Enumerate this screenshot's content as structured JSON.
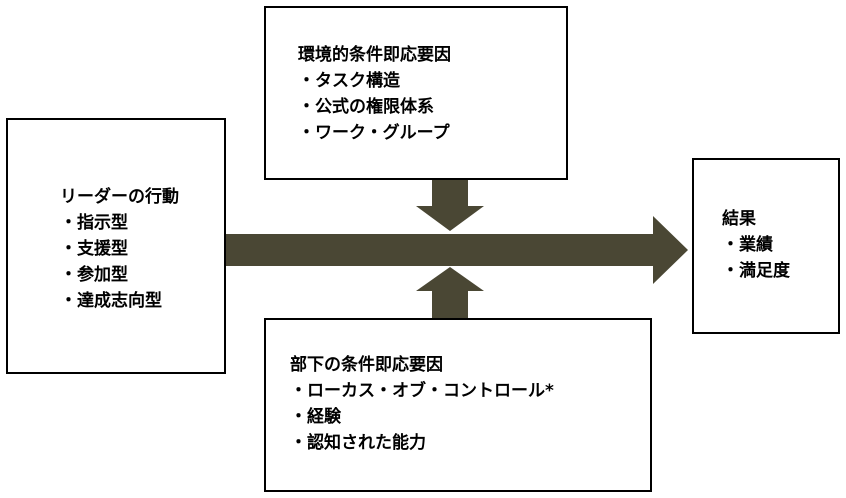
{
  "leader_box": {
    "title": "リーダーの行動",
    "items": [
      "・指示型",
      "・支援型",
      "・参加型",
      "・達成志向型"
    ]
  },
  "environment_box": {
    "title": "環境的条件即応要因",
    "items": [
      "・タスク構造",
      "・公式の権限体系",
      "・ワーク・グループ"
    ]
  },
  "subordinate_box": {
    "title": "部下の条件即応要因",
    "items": [
      "・ローカス・オブ・コントロール*",
      "・経験",
      "・認知された能力"
    ]
  },
  "result_box": {
    "title": "結果",
    "items": [
      "・業績",
      "・満足度"
    ]
  },
  "colors": {
    "arrow": "#4a4734",
    "border": "#000000"
  }
}
